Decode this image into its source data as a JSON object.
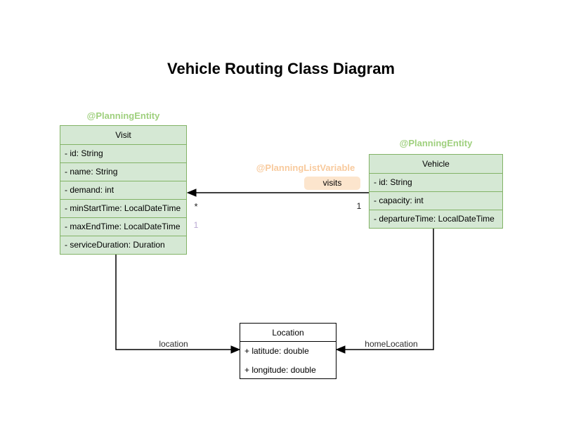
{
  "title": "Vehicle Routing Class Diagram",
  "colors": {
    "green_fill": "#d5e8d4",
    "green_border": "#82b366",
    "green_annotation": "#9fd07e",
    "orange_annotation": "#f8ca9d",
    "badge_bg": "#fce5cd",
    "edge_color": "#000000",
    "purple_label": "#b9a7d1"
  },
  "classes": {
    "visit": {
      "annotation": "@PlanningEntity",
      "name": "Visit",
      "fields": [
        "- id: String",
        "- name: String",
        "- demand: int",
        "- minStartTime: LocalDateTime",
        "- maxEndTime: LocalDateTime",
        "- serviceDuration: Duration"
      ]
    },
    "vehicle": {
      "annotation": "@PlanningEntity",
      "name": "Vehicle",
      "fields": [
        "- id: String",
        "- capacity: int",
        "- departureTime: LocalDateTime"
      ]
    },
    "location": {
      "name": "Location",
      "fields": [
        "+ latitude: double",
        "+ longitude: double"
      ]
    }
  },
  "edges": {
    "visits": {
      "annotation": "@PlanningListVariable",
      "label": "visits",
      "source_multiplicity": "1",
      "target_multiplicity": "*",
      "shadow_label": "1"
    },
    "location": {
      "label": "location"
    },
    "home_location": {
      "label": "homeLocation"
    }
  }
}
